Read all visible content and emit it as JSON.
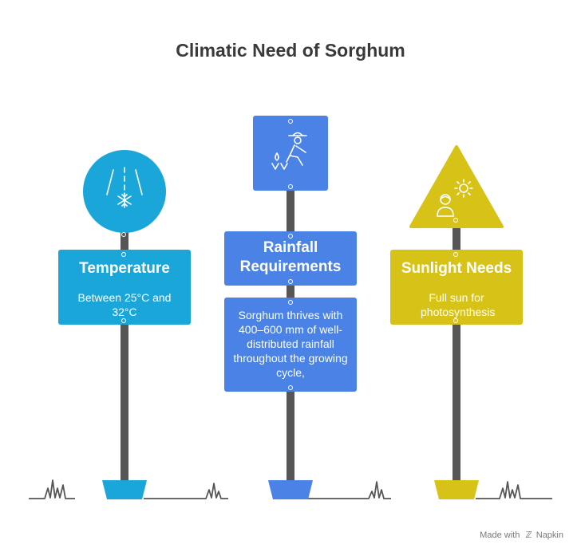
{
  "title": "Climatic Need of Sorghum",
  "colors": {
    "temperature": "#1aa6d9",
    "rainfall": "#4a82e6",
    "sunlight": "#d7c317",
    "pole": "#565656"
  },
  "signs": [
    {
      "title": "Temperature",
      "text": "Between 25°C and 32°C",
      "icon": "thermometer-snowflake-icon"
    },
    {
      "title": "Rainfall Requirements",
      "text": "Sorghum thrives with 400–600 mm of well-distributed rainfall throughout the growing cycle,",
      "icon": "farmer-water-icon"
    },
    {
      "title": "Sunlight Needs",
      "text": "Full sun for photosynthesis",
      "icon": "person-sun-icon"
    }
  ],
  "footer": {
    "prefix": "Made with",
    "brand": "Napkin"
  }
}
